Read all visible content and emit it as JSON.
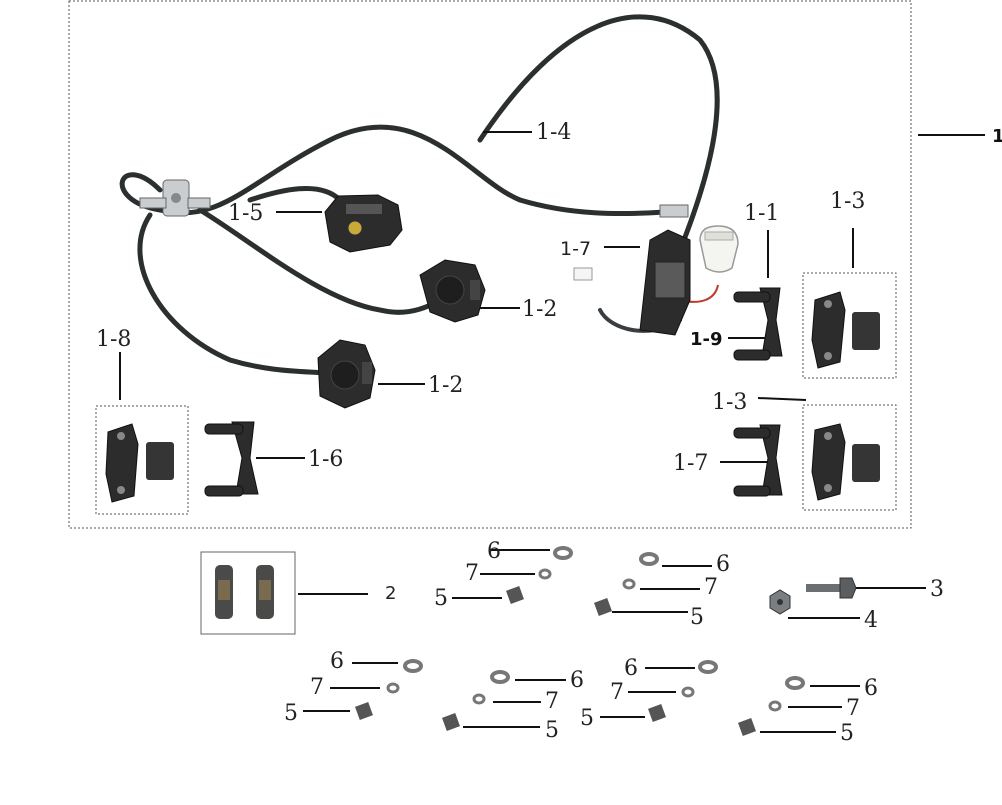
{
  "assembly_label": "1",
  "parts": {
    "brake_lines": "1-4",
    "caliper_rear": "1-5",
    "caliper_front_upper": "1-2",
    "caliper_front_lower": "1-2",
    "master_cylinder": "1-7",
    "bracket_right": "1-1",
    "pads_right_top": "1-3",
    "pads_right_bottom": "1-3",
    "bracket_right_bottom": "1-7",
    "switch": "1-9",
    "pads_left": "1-8",
    "bracket_left": "1-6",
    "pins": "2",
    "bolt_large": "3",
    "nut": "4"
  },
  "hardware": {
    "bolt": "5",
    "washer": "6",
    "lock_washer": "7"
  },
  "colors": {
    "hose": "#2b2f30",
    "metal": "#2c2c2c",
    "reservoir": "#f4f4f0",
    "wire_red": "#c0392b"
  }
}
